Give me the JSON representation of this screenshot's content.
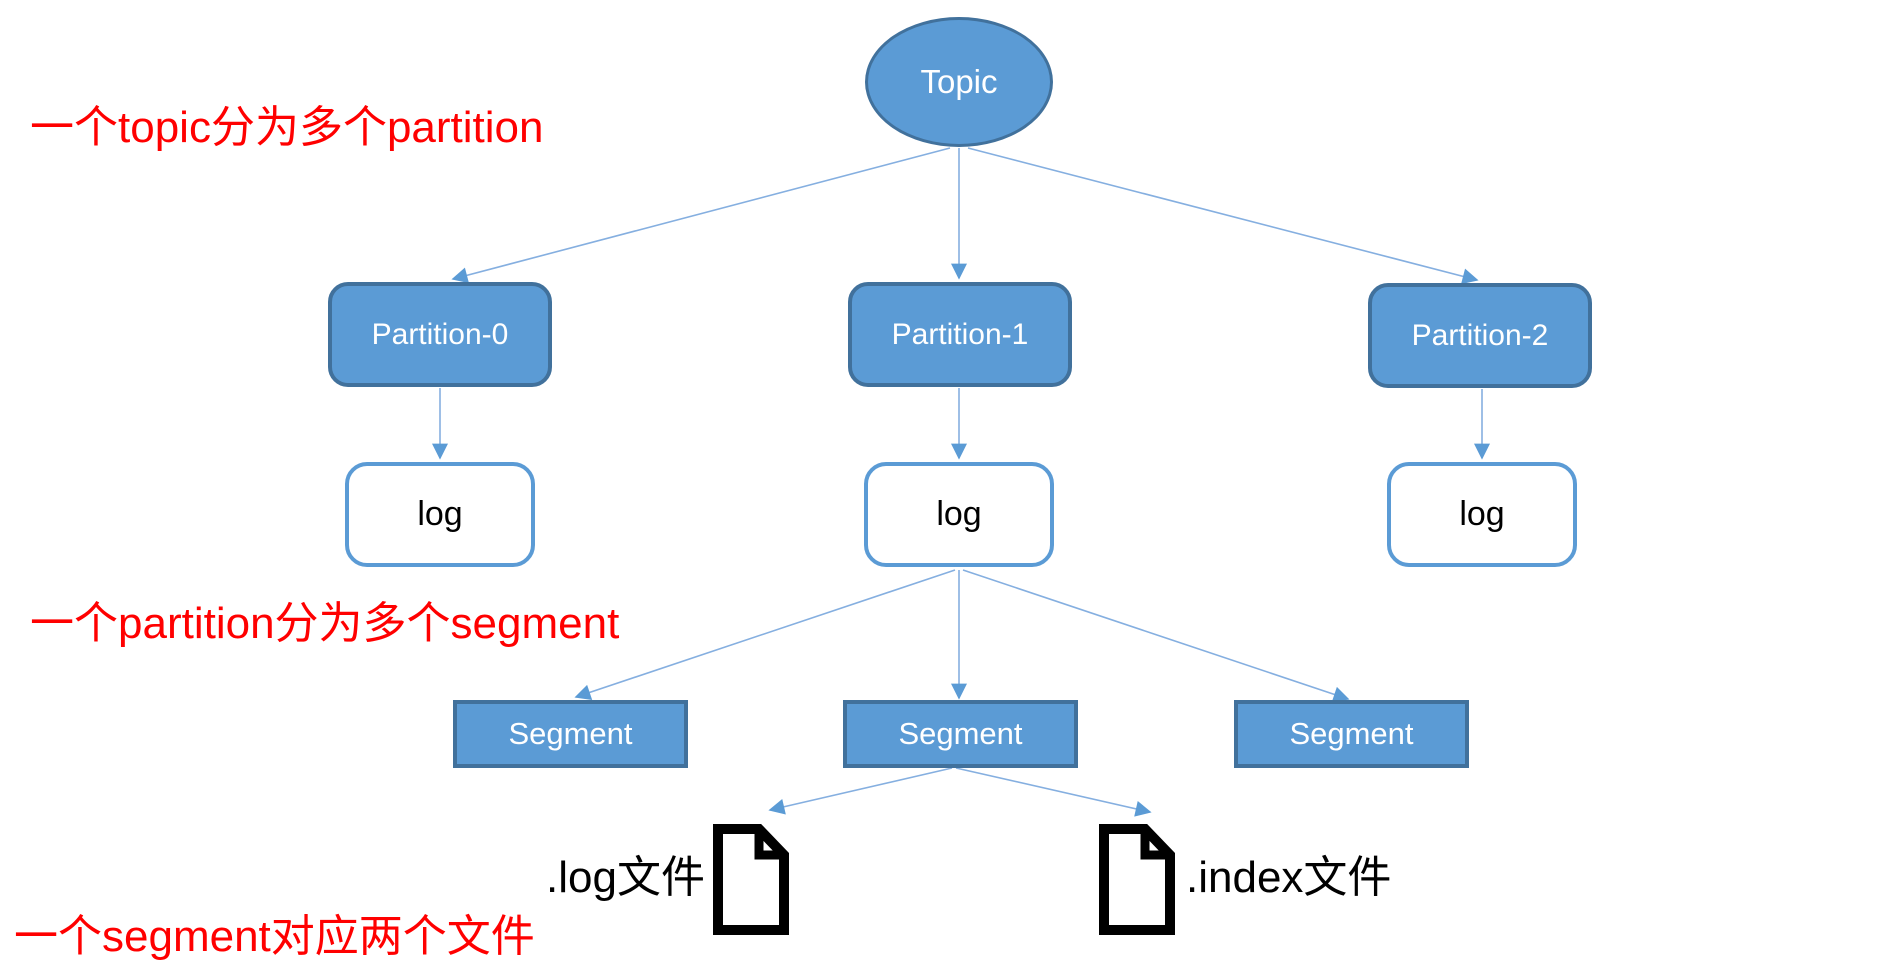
{
  "diagram": {
    "topic": {
      "label": "Topic"
    },
    "partitions": [
      {
        "label": "Partition-0"
      },
      {
        "label": "Partition-1"
      },
      {
        "label": "Partition-2"
      }
    ],
    "logs": [
      {
        "label": "log"
      },
      {
        "label": "log"
      },
      {
        "label": "log"
      }
    ],
    "segments": [
      {
        "label": "Segment"
      },
      {
        "label": "Segment"
      },
      {
        "label": "Segment"
      }
    ],
    "files": [
      {
        "label": ".log文件",
        "icon": "document-icon"
      },
      {
        "label": ".index文件",
        "icon": "document-icon"
      }
    ],
    "annotations": [
      {
        "text": "一个topic分为多个partition"
      },
      {
        "text": "一个partition分为多个segment"
      },
      {
        "text": "一个segment对应两个文件"
      }
    ],
    "colors": {
      "node_fill": "#5b9bd5",
      "node_border": "#41719c",
      "log_border": "#5b9bd5",
      "arrow_line": "#85afe0",
      "arrow_head": "#5b9bd5",
      "annotation_text": "#ff0000",
      "file_icon": "#000000",
      "background": "#ffffff"
    }
  }
}
